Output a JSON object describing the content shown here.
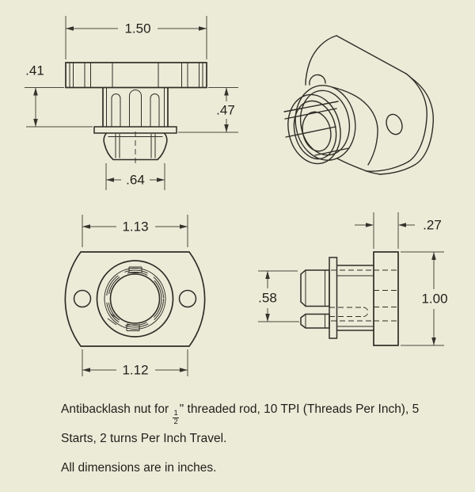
{
  "drawing": {
    "title": "Antibacklash nut drawing",
    "colors": {
      "background": "#ECEBD8",
      "geometry_line": "#2F2D26",
      "detail_line": "#3A372E",
      "dimension_line": "#4B483D",
      "text": "#201F1A"
    },
    "views": {
      "front": {
        "dim_overall_width": "1.50",
        "dim_body_length": ".41",
        "dim_body_length_with_collar": ".47",
        "dim_tip_width": ".64"
      },
      "plan": {
        "dim_hole_spacing_top": "1.13",
        "dim_hole_spacing_bottom": "1.12"
      },
      "side": {
        "dim_flange_thickness": ".27",
        "dim_flange_height": "1.00",
        "dim_tip_diameter": ".58"
      }
    },
    "notes": {
      "description_prefix": "Antibacklash nut for ",
      "fraction_numerator": "1",
      "fraction_denominator": "2",
      "description_suffix": "\" threaded rod, 10 TPI (Threads Per Inch), 5 Starts, 2 turns Per Inch Travel.",
      "units_note": "All dimensions are in inches."
    }
  }
}
